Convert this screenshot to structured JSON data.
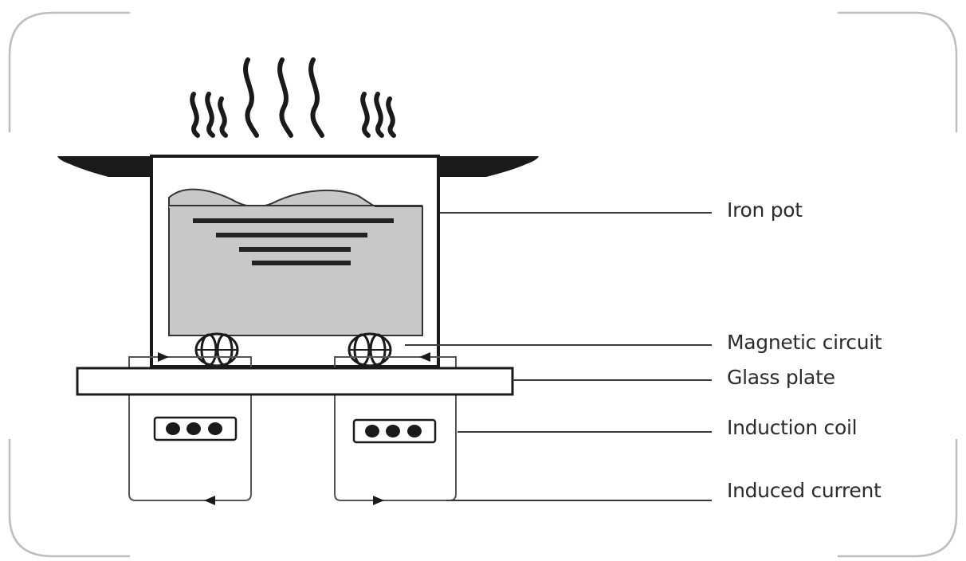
{
  "diagram": {
    "labels": {
      "iron_pot": "Iron pot",
      "magnetic_circuit": "Magnetic circuit",
      "glass_plate": "Glass plate",
      "induction_coil": "Induction coil",
      "induced_current": "Induced current"
    },
    "colors": {
      "line": "#1a1a1a",
      "content_fill": "#c8c8c8",
      "frame": "#bdbdbd",
      "label_text": "#2b2b2b"
    }
  }
}
